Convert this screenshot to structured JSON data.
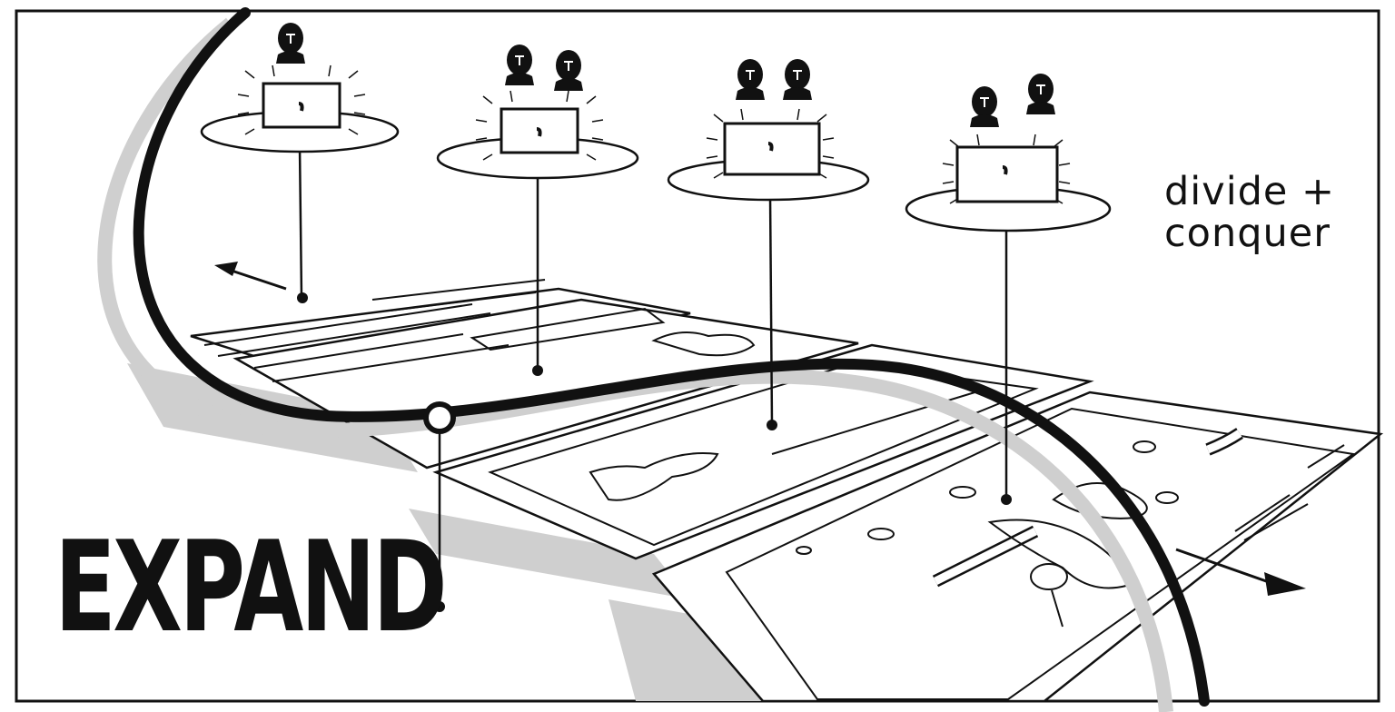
{
  "heading": "EXPAND",
  "caption": {
    "line1": "divide +",
    "line2": "conquer"
  },
  "colors": {
    "ink": "#111111",
    "shadow": "#c8c8c8",
    "paper": "#ffffff"
  },
  "icons": [
    "border-frame",
    "winding-path-line",
    "path-start-node-icon",
    "laptop-icon",
    "person-silhouette-icon",
    "direction-arrow-icon",
    "map-sheet"
  ],
  "workstations": [
    {
      "id": "station-1",
      "people": 1
    },
    {
      "id": "station-2",
      "people": 2
    },
    {
      "id": "station-3",
      "people": 2
    },
    {
      "id": "station-4",
      "people": 2
    }
  ]
}
